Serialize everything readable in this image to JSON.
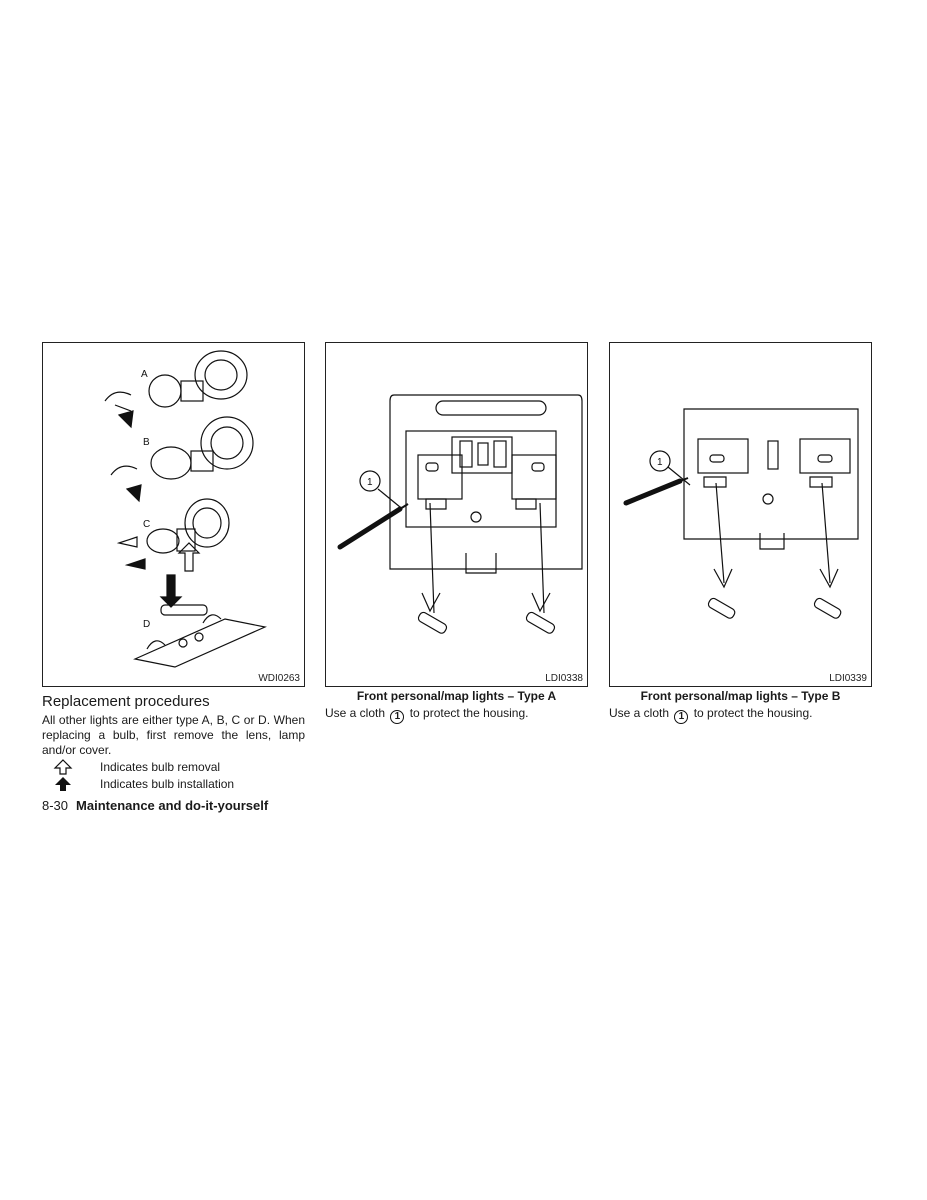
{
  "figures": [
    {
      "id": "WDI0263",
      "labels": [
        "A",
        "B",
        "C",
        "D"
      ]
    },
    {
      "id": "LDI0338",
      "caption": "Front personal/map lights – Type A",
      "callout": "1"
    },
    {
      "id": "LDI0339",
      "caption": "Front personal/map lights – Type B",
      "callout": "1"
    }
  ],
  "section": {
    "heading": "Replacement procedures",
    "paragraph": "All other lights are either type A, B, C or D. When replacing a bulb, first remove the lens, lamp and/or cover.",
    "legend": [
      {
        "icon": "outline-arrow-up-icon",
        "text": "Indicates bulb removal"
      },
      {
        "icon": "solid-arrow-up-icon",
        "text": "Indicates bulb installation"
      }
    ]
  },
  "type_a_text": {
    "before": "Use a cloth",
    "num": "1",
    "after": "to protect the housing."
  },
  "type_b_text": {
    "before": "Use a cloth",
    "num": "1",
    "after": "to protect the housing."
  },
  "footer": {
    "page": "8-30",
    "title": "Maintenance and do-it-yourself"
  }
}
